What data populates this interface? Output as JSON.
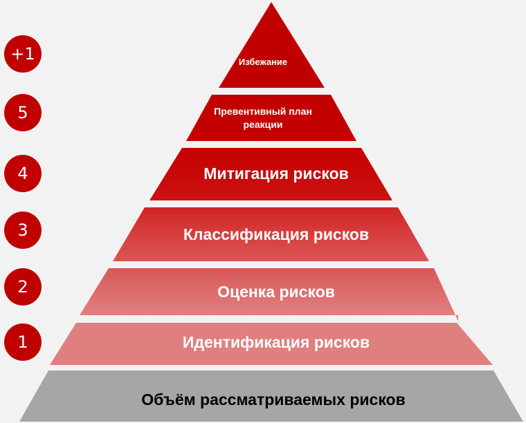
{
  "diagram": {
    "type": "pyramid",
    "colors": {
      "background": "#f2f2f2",
      "dark_red": "#c00000",
      "mid_red_top": "#d42a2a",
      "mid_red_bottom": "#dc5a5a",
      "light_red_top": "#d85c5c",
      "light_red_bottom": "#e08080",
      "base_gray": "#a6a6a6",
      "badge": "#c00000"
    },
    "tiers": [
      {
        "step": "+1",
        "label": "Избежание"
      },
      {
        "step": "5",
        "label": "Превентивный план реакции",
        "line1": "Превентивный план",
        "line2": "реакции"
      },
      {
        "step": "4",
        "label": "Митигация рисков"
      },
      {
        "step": "3",
        "label": "Классификация рисков"
      },
      {
        "step": "2",
        "label": "Оценка рисков"
      },
      {
        "step": "1",
        "label": "Идентификация рисков"
      }
    ],
    "base": {
      "label": "Объём рассматриваемых рисков"
    }
  }
}
